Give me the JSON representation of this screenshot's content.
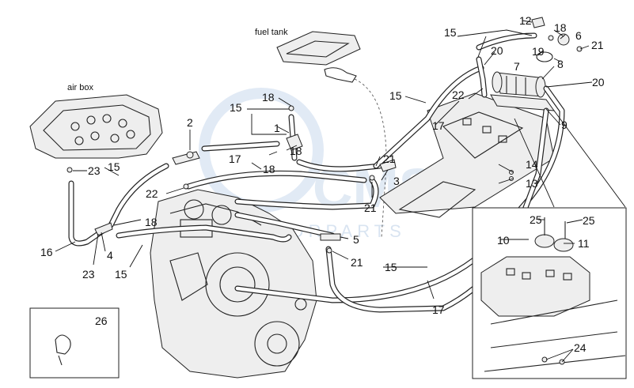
{
  "captions": {
    "air_box": "air box",
    "fuel_tank": "fuel tank"
  },
  "callouts": {
    "c1": "1",
    "c2": "2",
    "c3": "3",
    "c4": "4",
    "c5": "5",
    "c6": "6",
    "c7": "7",
    "c8": "8",
    "c9": "9",
    "c10": "10",
    "c11": "11",
    "c12": "12",
    "c13": "13",
    "c14": "14",
    "c15a": "15",
    "c15b": "15",
    "c15c": "15",
    "c15d": "15",
    "c15e": "15",
    "c15f": "15",
    "c16": "16",
    "c17a": "17",
    "c17b": "17",
    "c17c": "17",
    "c18a": "18",
    "c18b": "18",
    "c18c": "18",
    "c18d": "18",
    "c18e": "18",
    "c19": "19",
    "c20a": "20",
    "c20b": "20",
    "c21a": "21",
    "c21b": "21",
    "c21c": "21",
    "c21d": "21",
    "c22a": "22",
    "c22b": "22",
    "c23a": "23",
    "c23b": "23",
    "c24": "24",
    "c25a": "25",
    "c25b": "25",
    "c26": "26"
  },
  "watermark": {
    "main": "CMS",
    "sub": "MOTORPARTS",
    "color": "#c9d9ec"
  }
}
